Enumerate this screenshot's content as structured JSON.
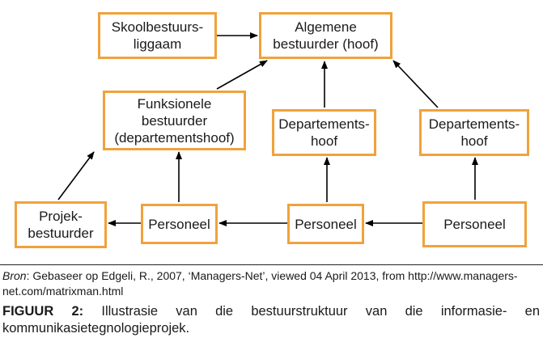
{
  "diagram": {
    "border_color": "#f0a23c",
    "arrow_color": "#000000",
    "nodes": {
      "skoolbestuur": "Skoolbestuurs-\nliggaam",
      "algemene": "Algemene\nbestuurder (hoof)",
      "funksionele": "Funksionele\nbestuurder\n(departementshoof)",
      "dept_mid": "Departements-\nhoof",
      "dept_right": "Departements-\nhoof",
      "projek": "Projek-\nbestuurder",
      "personeel_left": "Personeel",
      "personeel_mid": "Personeel",
      "personeel_right": "Personeel"
    },
    "edges": [
      {
        "from": "skoolbestuur",
        "to": "algemene"
      },
      {
        "from": "funksionele",
        "to": "algemene"
      },
      {
        "from": "dept_mid",
        "to": "algemene"
      },
      {
        "from": "dept_right",
        "to": "algemene"
      },
      {
        "from": "projek",
        "to": "funksionele"
      },
      {
        "from": "personeel_left",
        "to": "funksionele"
      },
      {
        "from": "personeel_mid",
        "to": "dept_mid"
      },
      {
        "from": "personeel_right",
        "to": "dept_right"
      },
      {
        "from": "personeel_left",
        "to": "projek"
      },
      {
        "from": "personeel_mid",
        "to": "personeel_left"
      },
      {
        "from": "personeel_right",
        "to": "personeel_mid"
      }
    ]
  },
  "source": {
    "label": "Bron",
    "text": ": Gebaseer op Edgeli, R., 2007, ‘Managers-Net’, viewed 04 April 2013, from http://www.managers-net.com/matrixman.html"
  },
  "caption": {
    "label": "FIGUUR 2:",
    "text": " Illustrasie van die bestuurstruktuur van die informasie- en kommunikasietegnologieprojek."
  }
}
